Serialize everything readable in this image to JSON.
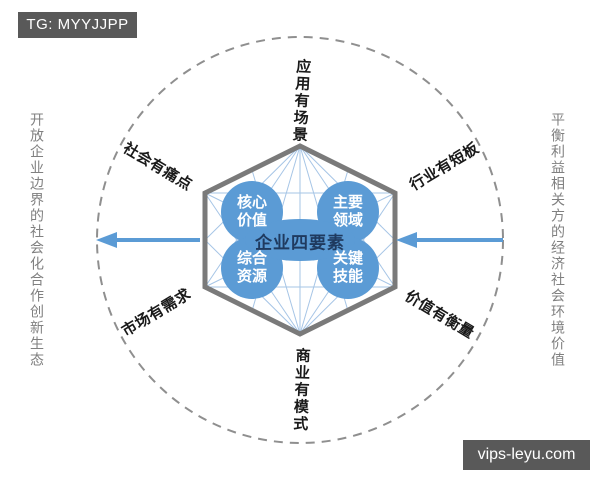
{
  "watermarks": {
    "top_left": "TG: MYYJJPP",
    "bottom_right": "vips-leyu.com"
  },
  "side_notes": {
    "left": "开放企业边界的社会化合作创新生态",
    "right": "平衡利益相关方的经济社会环境价值"
  },
  "ring_labels": {
    "top": "应用有场景",
    "top_right": "行业有短板",
    "bottom_right": "价值有衡量",
    "bottom": "商业有模式",
    "bottom_left": "市场有需求",
    "top_left": "社会有痛点"
  },
  "core": {
    "center": "企业四要素",
    "elements": {
      "top_left": {
        "line1": "核心",
        "line2": "价值"
      },
      "top_right": {
        "line1": "主要",
        "line2": "领域"
      },
      "bottom_left": {
        "line1": "综合",
        "line2": "资源"
      },
      "bottom_right": {
        "line1": "关键",
        "line2": "技能"
      }
    }
  },
  "colors": {
    "accent_blue": "#5b9bd5",
    "facet_line_blue": "#a6c5e6",
    "hexagon_border_gray": "#7a7a7a",
    "dashed_circle_gray": "#8f8f8f",
    "watermark_bg": "#595959",
    "ring_label_color": "#1a1a1a",
    "side_note_gray": "#808080",
    "center_label_color": "#1f3a5f"
  }
}
